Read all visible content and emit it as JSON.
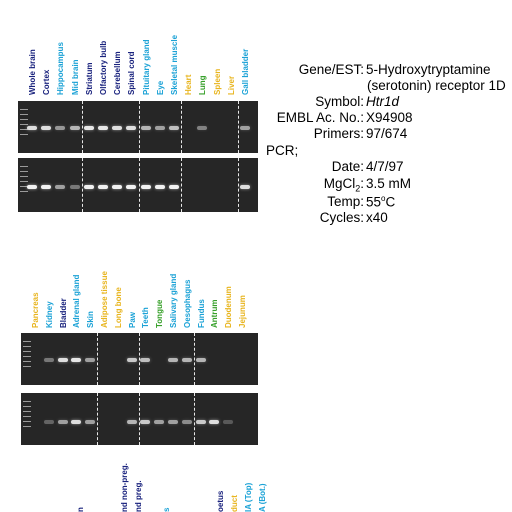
{
  "colors": {
    "whole_brain": "#1a237e",
    "blue": "#2d6fb5",
    "light_blue": "#1ba2d6",
    "green": "#37a02a",
    "yellow": "#e8b51f",
    "gel_background": "#262626",
    "band": "#f2f2f2"
  },
  "panel1": {
    "lanes": [
      {
        "label": "Whole brain",
        "color": "#1a237e"
      },
      {
        "label": "Cortex",
        "color": "#1a237e"
      },
      {
        "label": "Hippocampus",
        "color": "#1ba2d6"
      },
      {
        "label": "Mid brain",
        "color": "#1ba2d6"
      },
      {
        "label": "Striatum",
        "color": "#1a237e"
      },
      {
        "label": "Olfactory bulb",
        "color": "#1a237e"
      },
      {
        "label": "Cerebellum",
        "color": "#1a237e"
      },
      {
        "label": "Spinal cord",
        "color": "#1a237e"
      },
      {
        "label": "Pituitary gland",
        "color": "#1ba2d6"
      },
      {
        "label": "Eye",
        "color": "#1ba2d6"
      },
      {
        "label": "Skeletal muscle",
        "color": "#1ba2d6"
      },
      {
        "label": "Heart",
        "color": "#e8b51f"
      },
      {
        "label": "Lung",
        "color": "#37a02a"
      },
      {
        "label": "Spleen",
        "color": "#e8b51f"
      },
      {
        "label": "Liver",
        "color": "#e8b51f"
      },
      {
        "label": "Gall bladder",
        "color": "#1ba2d6"
      }
    ],
    "top_band_intensity": [
      0.9,
      0.9,
      0.55,
      0.7,
      0.95,
      0.95,
      0.9,
      0.9,
      0.7,
      0.6,
      0.75,
      0,
      0.45,
      0,
      0,
      0.6
    ],
    "bottom_band_intensity": [
      1,
      1,
      0.6,
      0.4,
      1,
      1,
      1,
      1,
      1,
      1,
      1,
      0,
      0,
      0,
      0,
      0.9
    ]
  },
  "panel2": {
    "lanes": [
      {
        "label": "Pancreas",
        "color": "#e8b51f"
      },
      {
        "label": "Kidney",
        "color": "#1ba2d6"
      },
      {
        "label": "Bladder",
        "color": "#1a237e"
      },
      {
        "label": "Adrenal gland",
        "color": "#1ba2d6"
      },
      {
        "label": "Skin",
        "color": "#1ba2d6"
      },
      {
        "label": "Adipose tissue",
        "color": "#e8b51f"
      },
      {
        "label": "Long bone",
        "color": "#e8b51f"
      },
      {
        "label": "Paw",
        "color": "#1ba2d6"
      },
      {
        "label": "Teeth",
        "color": "#1ba2d6"
      },
      {
        "label": "Tongue",
        "color": "#37a02a"
      },
      {
        "label": "Salivary gland",
        "color": "#1ba2d6"
      },
      {
        "label": "Oesophagus",
        "color": "#1ba2d6"
      },
      {
        "label": "Fundus",
        "color": "#1ba2d6"
      },
      {
        "label": "Antrum",
        "color": "#37a02a"
      },
      {
        "label": "Duodenum",
        "color": "#e8b51f"
      },
      {
        "label": "Jejunum",
        "color": "#e8b51f"
      }
    ],
    "top_band_intensity": [
      0,
      0.4,
      0.9,
      0.95,
      0.6,
      0,
      0,
      0.8,
      0.75,
      0,
      0.7,
      0.7,
      0.7,
      0,
      0,
      0
    ],
    "bottom_band_intensity": [
      0,
      0.3,
      0.6,
      0.9,
      0.6,
      0,
      0,
      0.7,
      0.8,
      0.6,
      0.6,
      0.5,
      0.8,
      0.9,
      0.25,
      0
    ]
  },
  "panel3_partial_labels": [
    {
      "label": "n",
      "color": "#1a237e"
    },
    {
      "label": "nd non-preg.",
      "color": "#1a237e"
    },
    {
      "label": "nd preg.",
      "color": "#1a237e"
    },
    {
      "label": "s",
      "color": "#1ba2d6"
    },
    {
      "label": "oetus",
      "color": "#1a237e"
    },
    {
      "label": "duct",
      "color": "#e8b51f"
    },
    {
      "label": "IA (Top)",
      "color": "#1ba2d6"
    },
    {
      "label": "A (Bot.)",
      "color": "#1ba2d6"
    }
  ],
  "info": {
    "gene_key": "Gene/EST:",
    "gene_value_line1": "5-Hydroxytryptamine",
    "gene_value_line2": "(serotonin) receptor 1D",
    "symbol_key": "Symbol:",
    "symbol_value": "Htr1d",
    "embl_key": "EMBL Ac. No.:",
    "embl_value": "X94908",
    "primers_key": "Primers:",
    "primers_value": "97/674",
    "pcr_label": "PCR;",
    "date_key": "Date:",
    "date_value": "4/7/97",
    "mgcl_key_prefix": "MgCl",
    "mgcl_key_sub": "2",
    "mgcl_key_suffix": ":",
    "mgcl_value": "3.5 mM",
    "temp_key": "Temp:",
    "temp_value_num": "55",
    "temp_value_sup": "o",
    "temp_value_unit": "C",
    "cycles_key": "Cycles:",
    "cycles_value": "x40"
  }
}
